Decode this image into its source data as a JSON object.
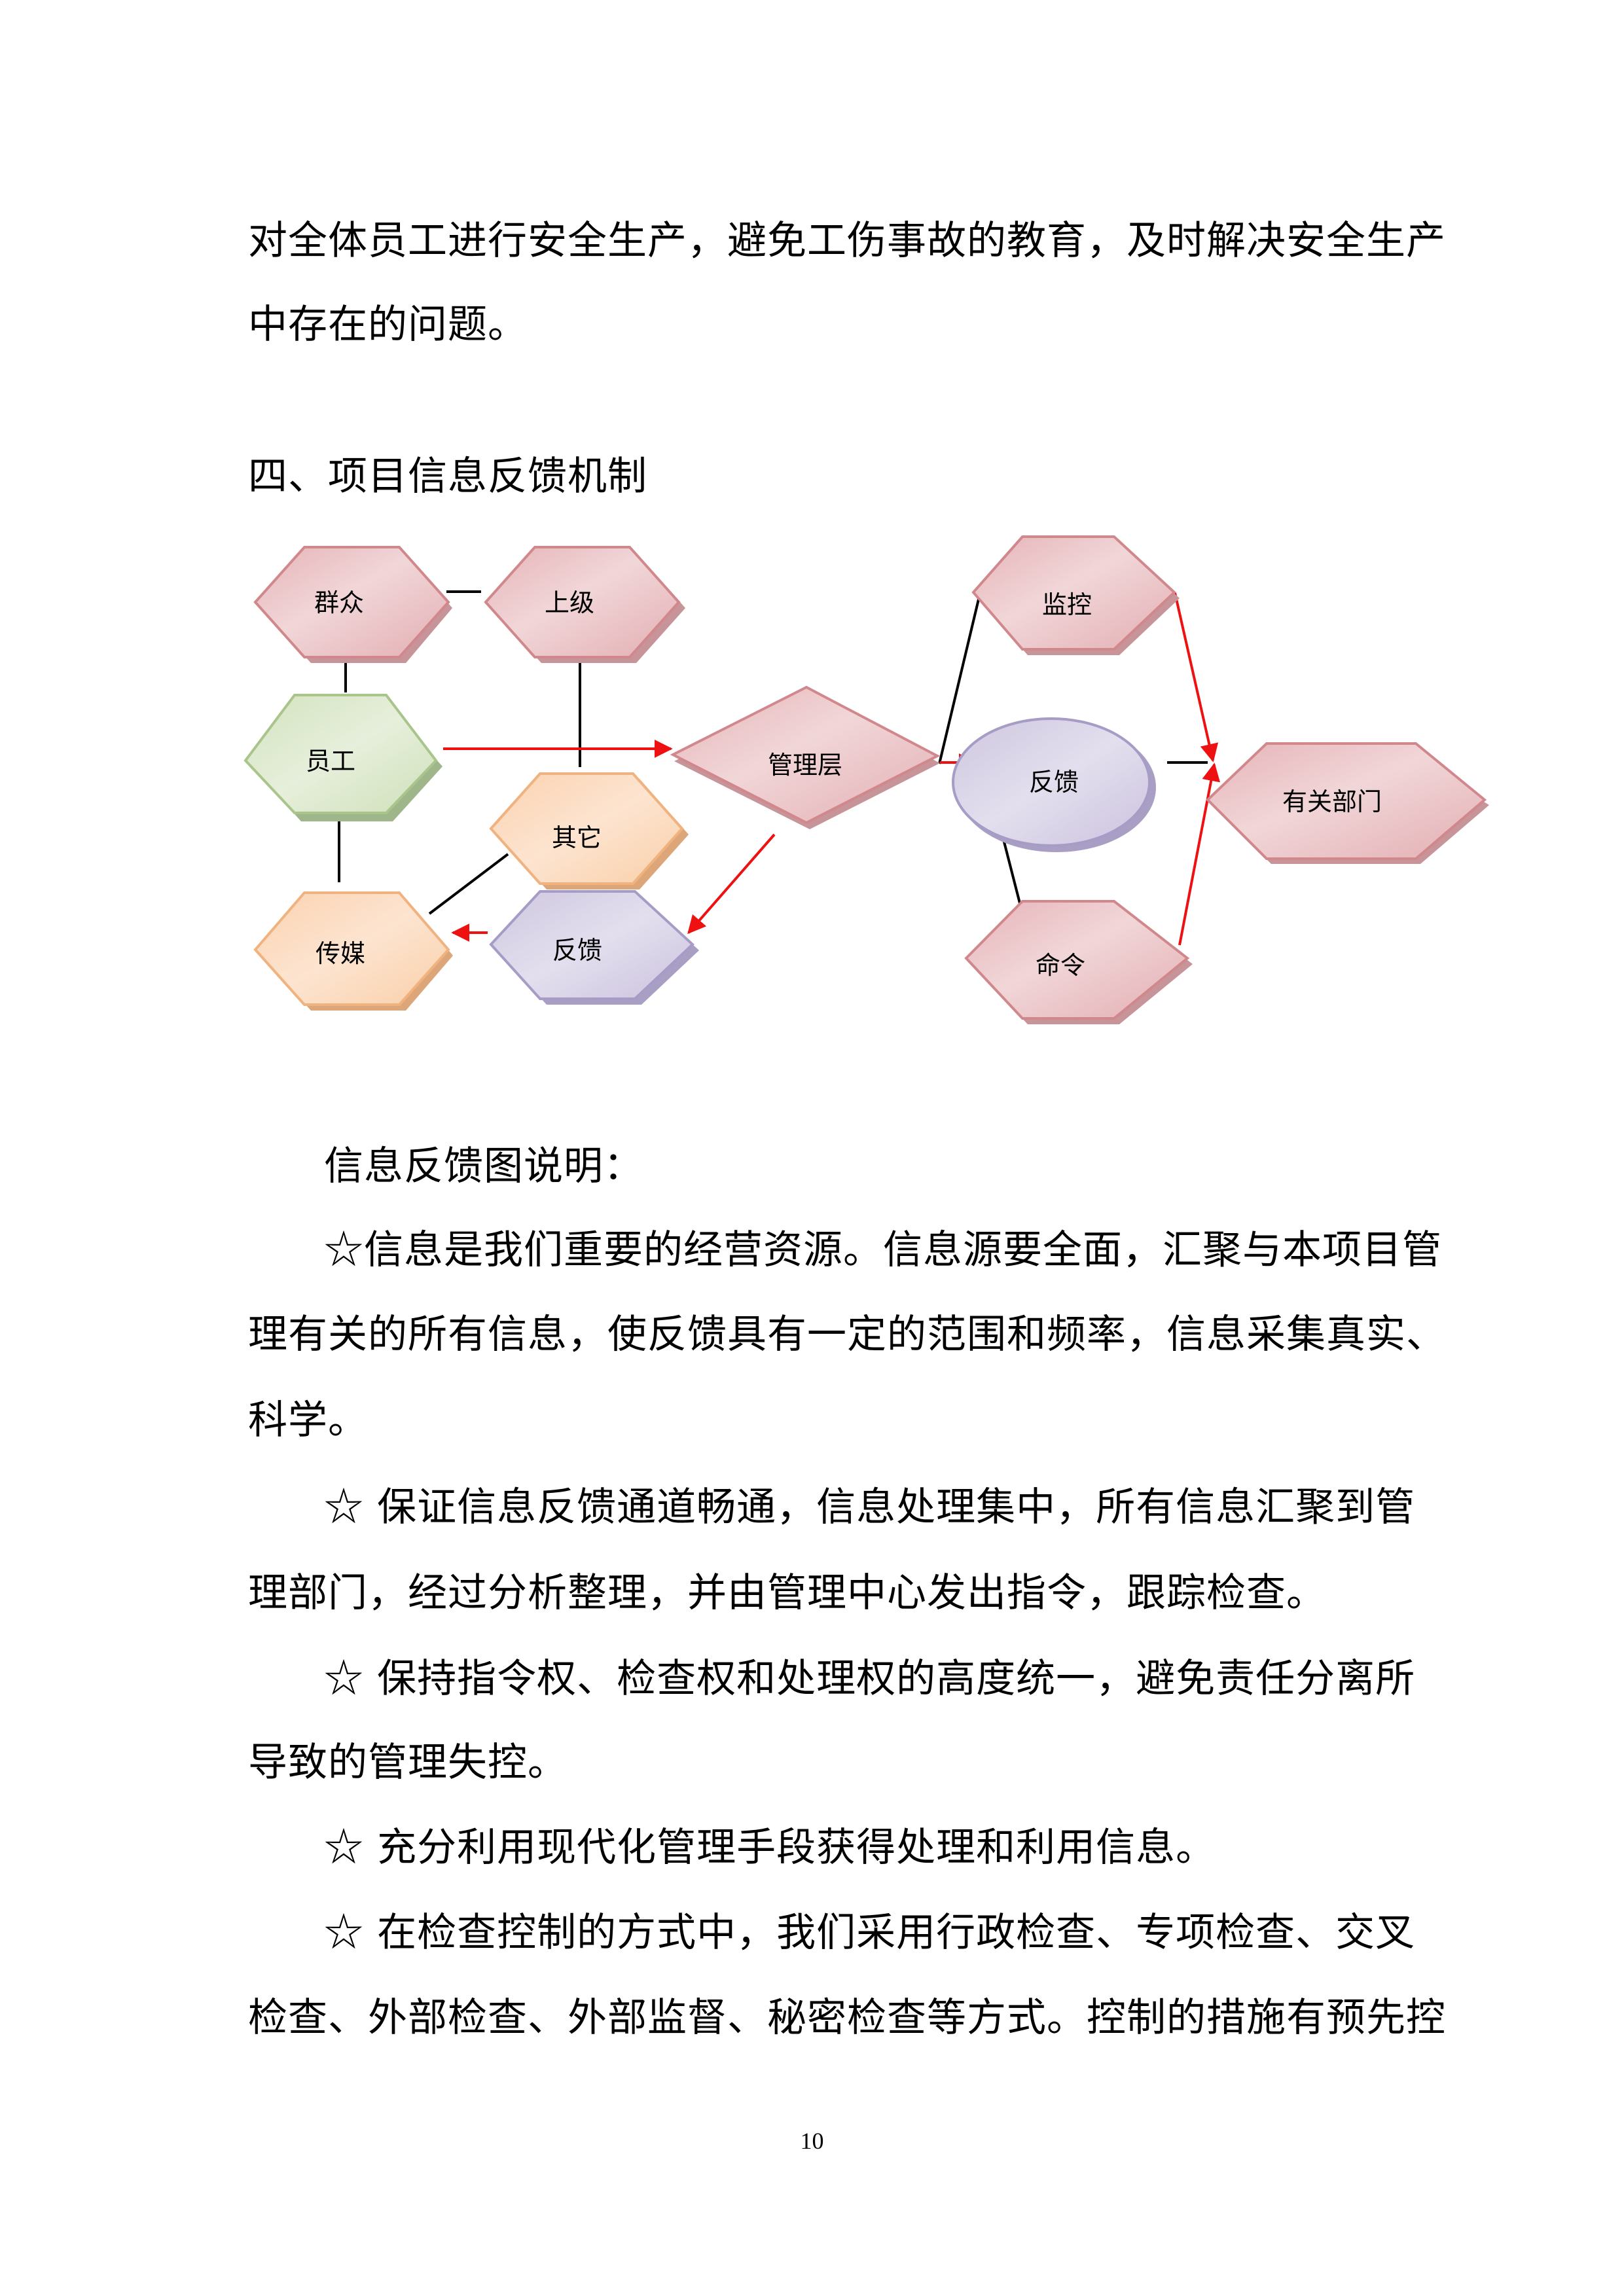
{
  "intro_lines": [
    "对全体员工进行安全生产，避免工伤事故的教育，及时解决安全生产",
    "中存在的问题。"
  ],
  "section_heading": "四、项目信息反馈机制",
  "diagram": {
    "colors": {
      "pink_fill": "#ecc9cc",
      "pink_stroke": "#d1888d",
      "green_fill": "#dde9cf",
      "green_stroke": "#a9c58c",
      "orange_fill": "#fbd9bd",
      "orange_stroke": "#f0b27f",
      "purple_fill": "#d9d3e6",
      "purple_stroke": "#a79cc6",
      "arrow": "#ee1111",
      "line": "#000000"
    },
    "nodes": {
      "qunzhong": "群众",
      "shangji": "上级",
      "yuangong": "员工",
      "qita": "其它",
      "chuanmei": "传媒",
      "fankui_left": "反馈",
      "guanliceng": "管理层",
      "jiankong": "监控",
      "fankui_right": "反馈",
      "mingling": "命令",
      "youguanbumen": "有关部门"
    }
  },
  "explanation": {
    "title": "信息反馈图说明：",
    "lines": [
      "☆信息是我们重要的经营资源。信息源要全面，汇聚与本项目管",
      "理有关的所有信息，使反馈具有一定的范围和频率，信息采集真实、",
      "科学。",
      "☆ 保证信息反馈通道畅通，信息处理集中，所有信息汇聚到管",
      "理部门，经过分析整理，并由管理中心发出指令，跟踪检查。",
      "☆ 保持指令权、检查权和处理权的高度统一，避免责任分离所",
      "导致的管理失控。",
      "☆ 充分利用现代化管理手段获得处理和利用信息。",
      "☆ 在检查控制的方式中，我们采用行政检查、专项检查、交叉",
      "检查、外部检查、外部监督、秘密检查等方式。控制的措施有预先控"
    ]
  },
  "page_number": "10"
}
